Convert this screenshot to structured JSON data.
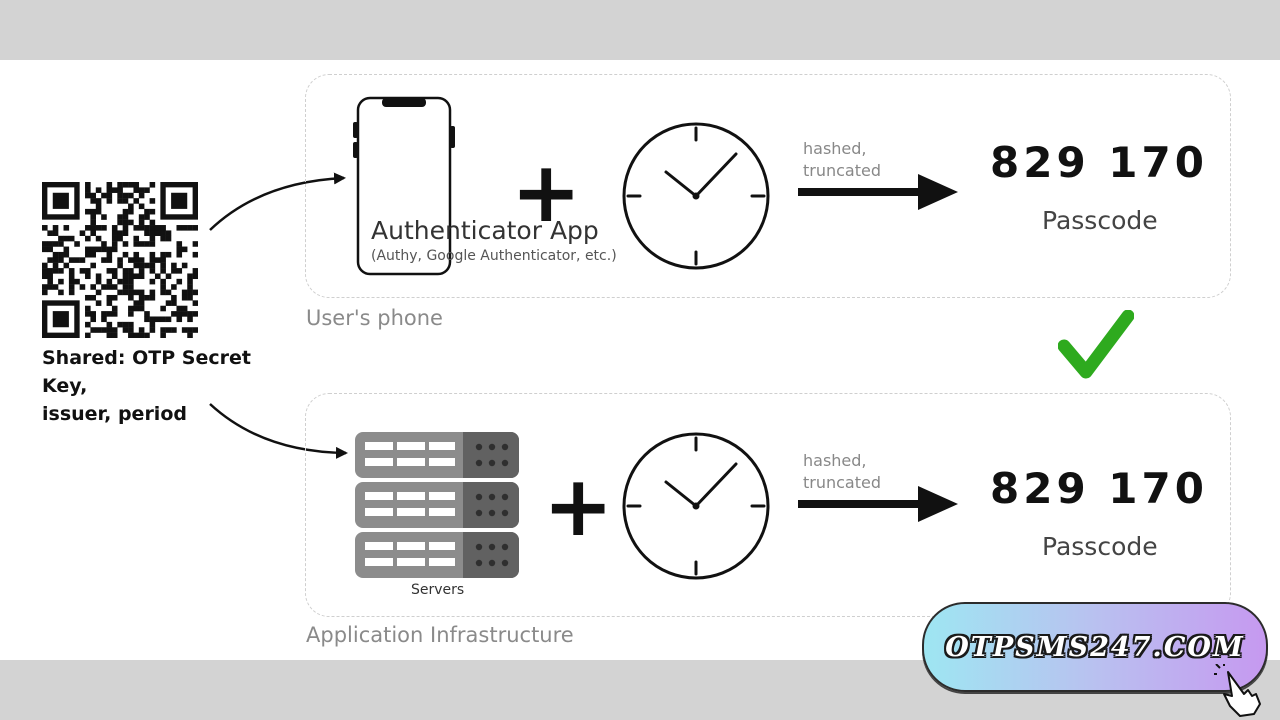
{
  "qr": {
    "label_line1": "Shared: OTP Secret Key,",
    "label_line2": "issuer, period"
  },
  "phone_group": {
    "label": "User's phone",
    "app_title": "Authenticator App",
    "app_subtitle": "(Authy, Google Authenticator, etc.)",
    "plus": "+",
    "hash_line1": "hashed,",
    "hash_line2": "truncated",
    "passcode": "829 170",
    "passcode_label": "Passcode"
  },
  "server_group": {
    "label": "Application Infrastructure",
    "servers_label": "Servers",
    "plus": "+",
    "hash_line1": "hashed,",
    "hash_line2": "truncated",
    "passcode": "829 170",
    "passcode_label": "Passcode"
  },
  "match_icon": "checkmark-icon",
  "badge": {
    "text": "OTPSMS247.COM"
  },
  "colors": {
    "check": "#2eaa1e",
    "server_body": "#8c8c8c",
    "server_panel": "#616161"
  }
}
